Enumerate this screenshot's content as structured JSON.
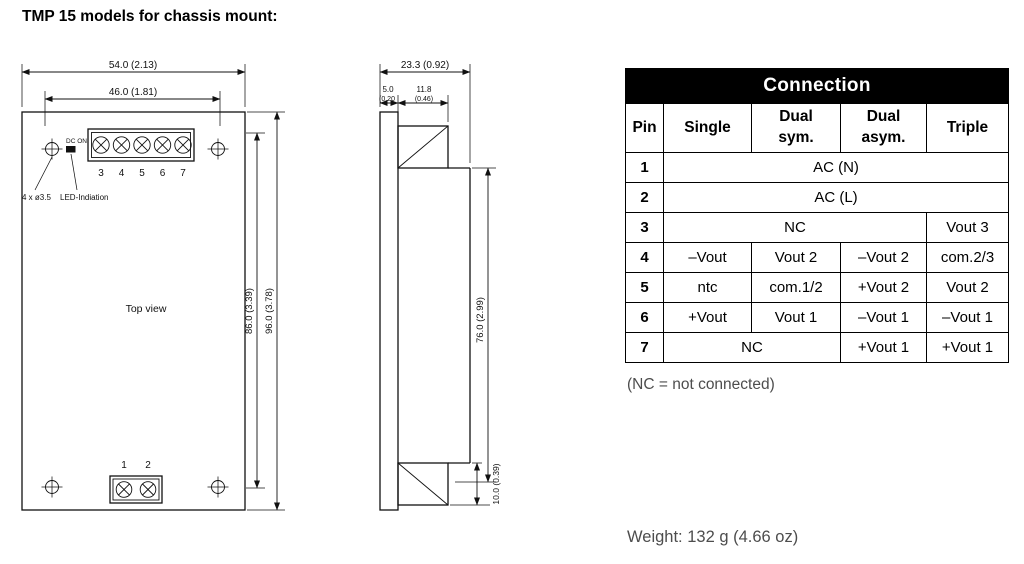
{
  "page": {
    "title": "TMP 15 models for chassis mount:",
    "nc_note": "(NC = not connected)",
    "weight": "Weight: 132 g (4.66 oz)"
  },
  "top_view": {
    "dim_outer_width": "54.0 (2.13)",
    "dim_inner_width": "46.0 (1.81)",
    "dim_inner_height": "86.0 (3.39)",
    "dim_outer_height": "96.0 (3.78)",
    "pins_top": [
      "3",
      "4",
      "5",
      "6",
      "7"
    ],
    "pins_bottom": [
      "1",
      "2"
    ],
    "dc_on_label": "DC ON",
    "holes_label": "4 x ø3.5",
    "led_label": "LED-Indiation",
    "view_label": "Top view"
  },
  "side_view": {
    "dim_depth": "23.3 (0.92)",
    "dim_flange_mm": "5.0",
    "dim_flange_in": "(0.20",
    "dim_block_mm": "11.8",
    "dim_block_in": "(0.46)",
    "dim_body_height": "76.0 (2.99)",
    "dim_bottom_height": "10.0 (0.39)"
  },
  "table": {
    "title": "Connection",
    "col_headers": [
      "Pin",
      "Single",
      "Dual\nsym.",
      "Dual\nasym.",
      "Triple"
    ],
    "rows": [
      {
        "pin": "1",
        "cells": [
          "AC (N)"
        ]
      },
      {
        "pin": "2",
        "cells": [
          "AC (L)"
        ]
      },
      {
        "pin": "3",
        "cells": [
          "NC",
          "Vout 3"
        ]
      },
      {
        "pin": "4",
        "cells": [
          "–Vout",
          "Vout 2",
          "–Vout 2",
          "com.2/3"
        ]
      },
      {
        "pin": "5",
        "cells": [
          "ntc",
          "com.1/2",
          "+Vout 2",
          "Vout 2"
        ]
      },
      {
        "pin": "6",
        "cells": [
          "+Vout",
          "Vout 1",
          "–Vout 1",
          "–Vout 1"
        ]
      },
      {
        "pin": "7",
        "cells": [
          "NC",
          "+Vout 1",
          "+Vout 1"
        ]
      }
    ]
  }
}
